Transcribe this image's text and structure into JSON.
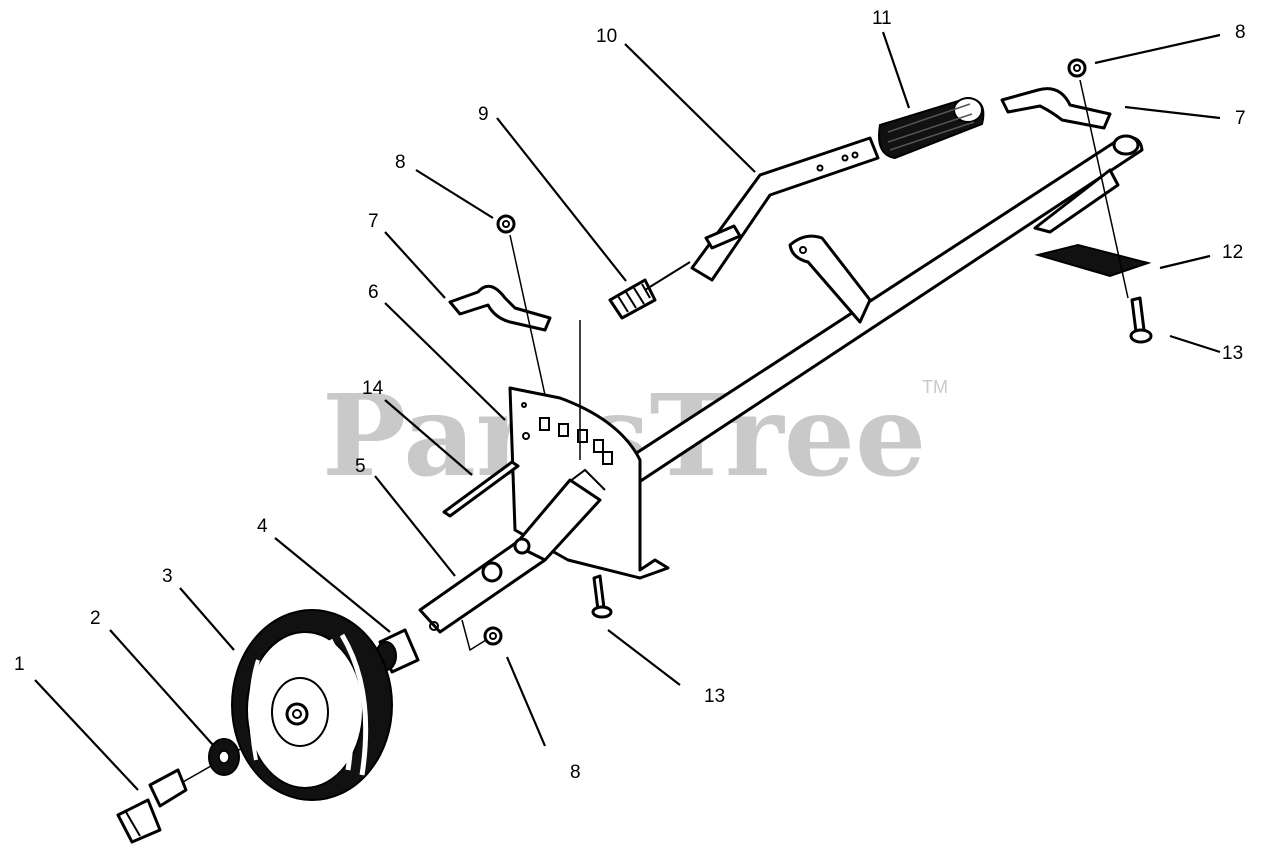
{
  "watermark": {
    "text": "PartsTree",
    "trademark": "TM"
  },
  "callouts": [
    {
      "id": "c1",
      "label": "1"
    },
    {
      "id": "c2",
      "label": "2"
    },
    {
      "id": "c3",
      "label": "3"
    },
    {
      "id": "c4",
      "label": "4"
    },
    {
      "id": "c5",
      "label": "5"
    },
    {
      "id": "c6",
      "label": "6"
    },
    {
      "id": "c7a",
      "label": "7"
    },
    {
      "id": "c7b",
      "label": "7"
    },
    {
      "id": "c8a",
      "label": "8"
    },
    {
      "id": "c8b",
      "label": "8"
    },
    {
      "id": "c8c",
      "label": "8"
    },
    {
      "id": "c9",
      "label": "9"
    },
    {
      "id": "c10",
      "label": "10"
    },
    {
      "id": "c11",
      "label": "11"
    },
    {
      "id": "c12",
      "label": "12"
    },
    {
      "id": "c13a",
      "label": "13"
    },
    {
      "id": "c13b",
      "label": "13"
    },
    {
      "id": "c14",
      "label": "14"
    }
  ]
}
